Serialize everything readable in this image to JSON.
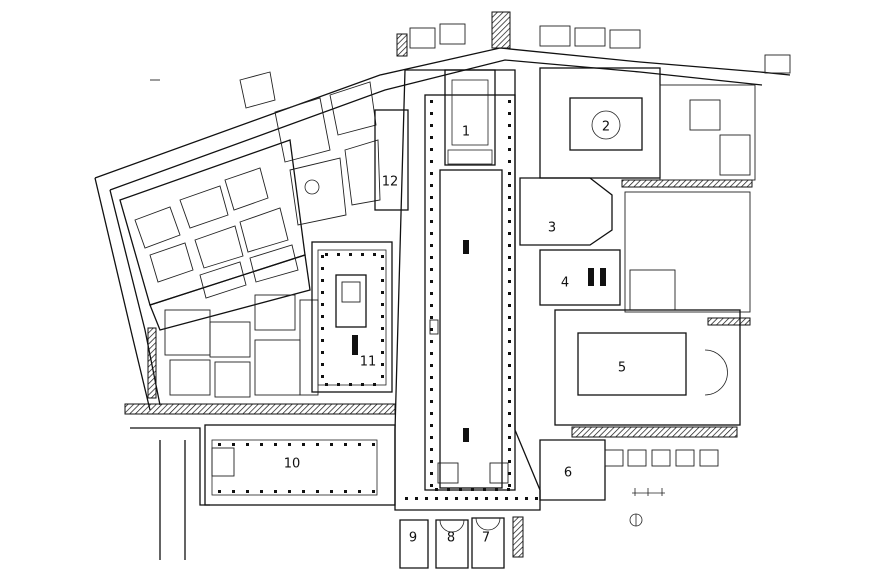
{
  "map": {
    "labels": [
      {
        "id": "1",
        "text": "1"
      },
      {
        "id": "2",
        "text": "2"
      },
      {
        "id": "3",
        "text": "3"
      },
      {
        "id": "4",
        "text": "4"
      },
      {
        "id": "5",
        "text": "5"
      },
      {
        "id": "6",
        "text": "6"
      },
      {
        "id": "7",
        "text": "7"
      },
      {
        "id": "8",
        "text": "8"
      },
      {
        "id": "9",
        "text": "9"
      },
      {
        "id": "10",
        "text": "10"
      },
      {
        "id": "11",
        "text": "11"
      },
      {
        "id": "12",
        "text": "12"
      }
    ],
    "colors": {
      "ink": "#111111",
      "paper": "#ffffff"
    }
  }
}
